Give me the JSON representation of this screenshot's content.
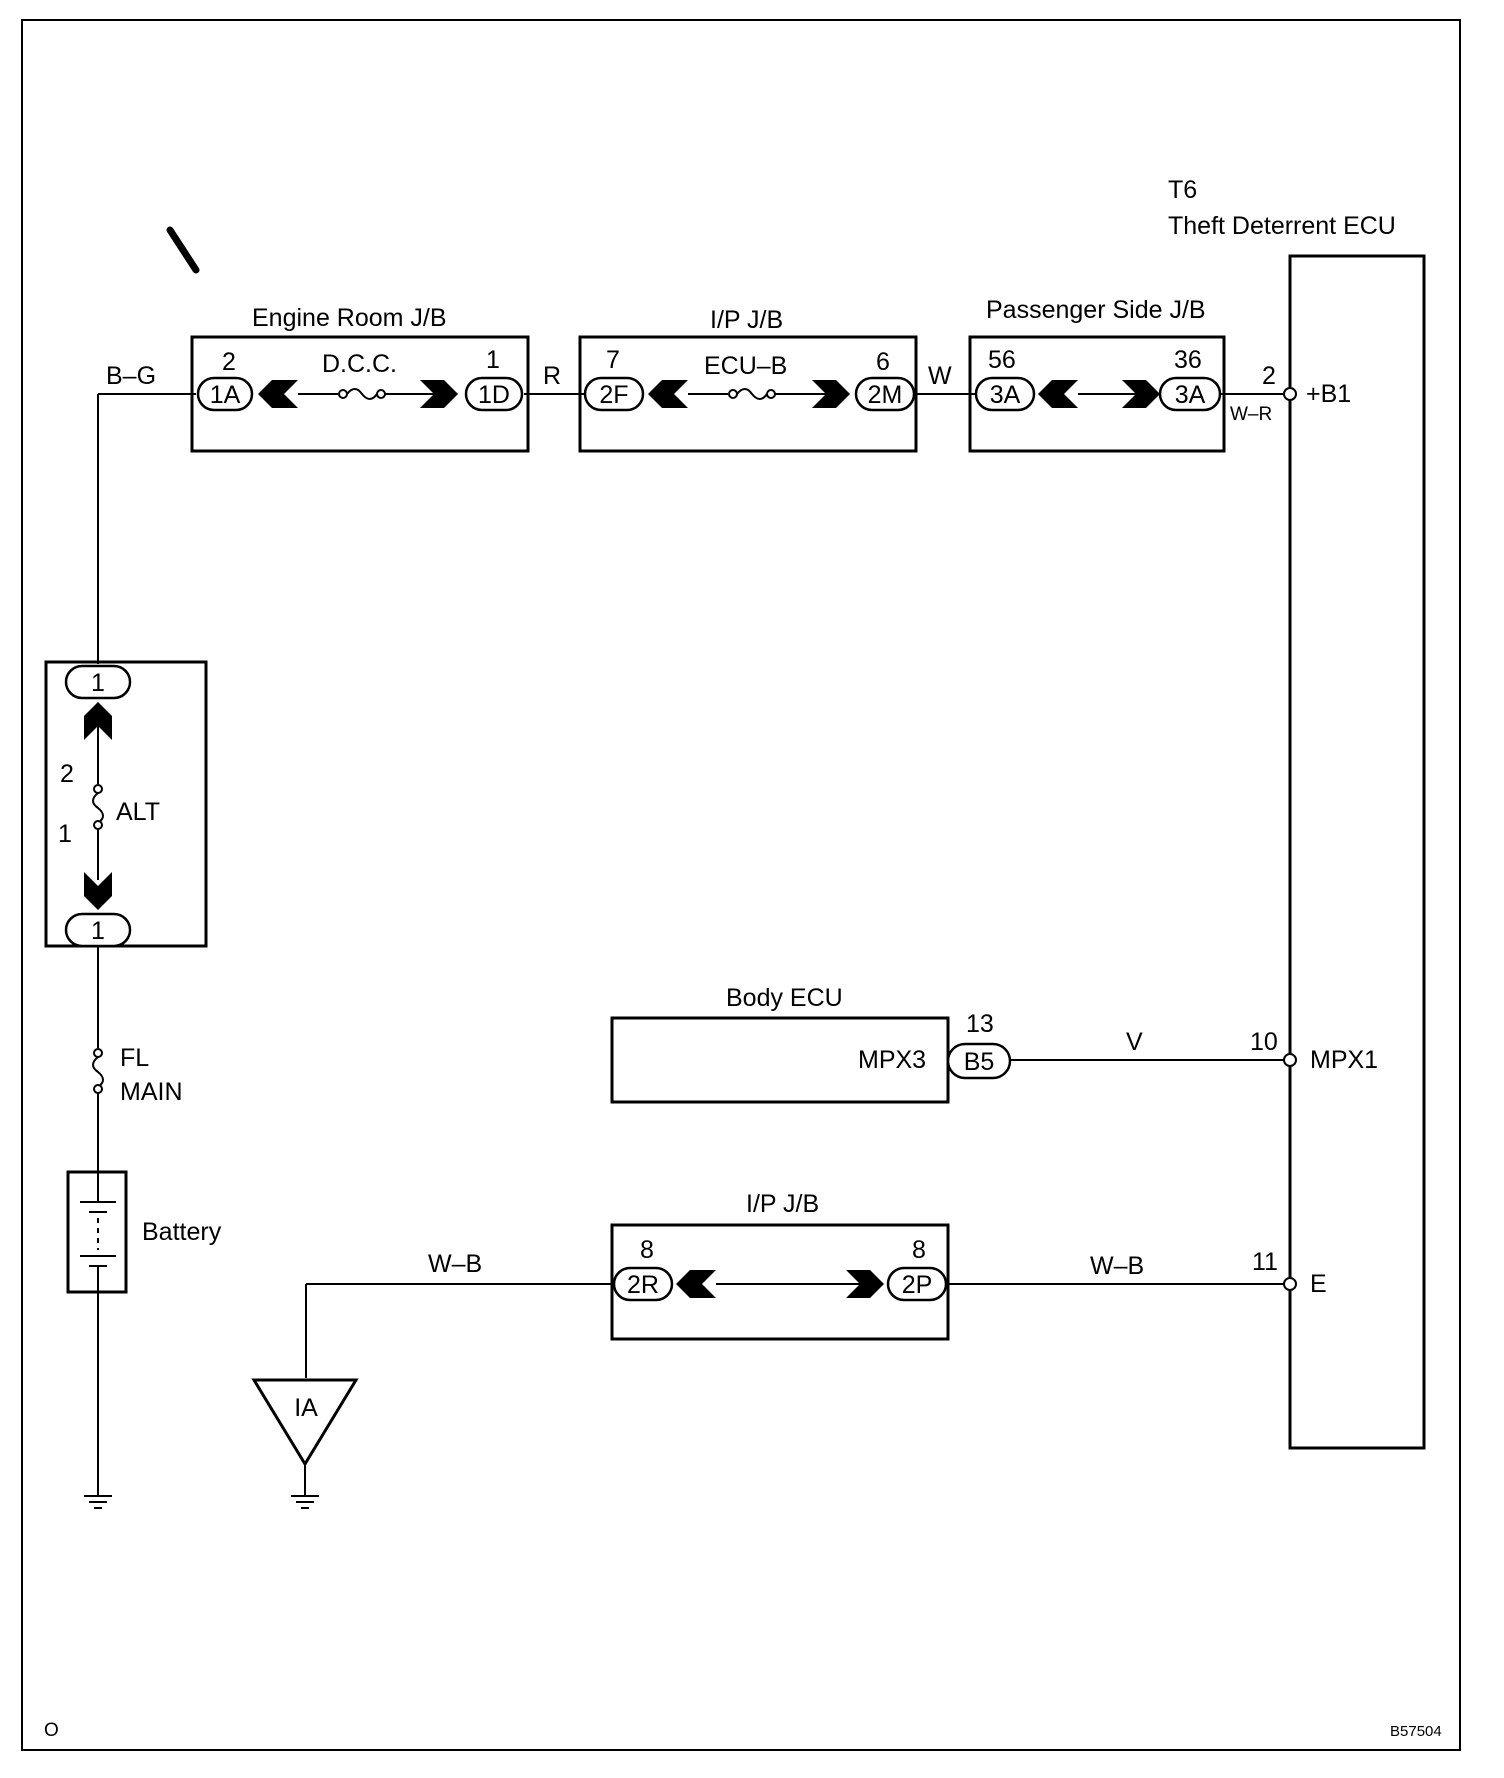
{
  "components": {
    "ecu_code": "T6",
    "ecu_name": "Theft Deterrent ECU",
    "engine_room_jb": "Engine Room J/B",
    "ip_jb_top": "I/P J/B",
    "passenger_jb": "Passenger Side J/B",
    "body_ecu": "Body ECU",
    "ip_jb_bottom": "I/P J/B",
    "battery": "Battery",
    "ground_ia": "IA"
  },
  "fuses": {
    "dcc": "D.C.C.",
    "ecu_b": "ECU–B",
    "alt": "ALT",
    "fl": "FL",
    "main": "MAIN"
  },
  "wires": {
    "bg": "B–G",
    "r": "R",
    "w": "W",
    "wr": "W–R",
    "v": "V",
    "wb_left": "W–B",
    "wb_right": "W–B"
  },
  "connectors": {
    "c1a": "1A",
    "c1d": "1D",
    "c2f": "2F",
    "c2m": "2M",
    "c3a_left": "3A",
    "c3a_right": "3A",
    "b5": "B5",
    "c2r": "2R",
    "c2p": "2P",
    "alt_top": "1",
    "alt_bottom": "1"
  },
  "pins": {
    "p1a": "2",
    "p1d": "1",
    "p2f": "7",
    "p2m": "6",
    "p3a_left": "56",
    "p3a_right": "36",
    "ecu_b1": "2",
    "b5": "13",
    "ecu_mpx1": "10",
    "p2r": "8",
    "p2p": "8",
    "ecu_e": "11",
    "alt_2": "2",
    "alt_1": "1"
  },
  "terminals": {
    "b1": "+B1",
    "mpx1": "MPX1",
    "e": "E",
    "mpx3": "MPX3"
  },
  "footer": {
    "left": "O",
    "code": "B57504"
  }
}
